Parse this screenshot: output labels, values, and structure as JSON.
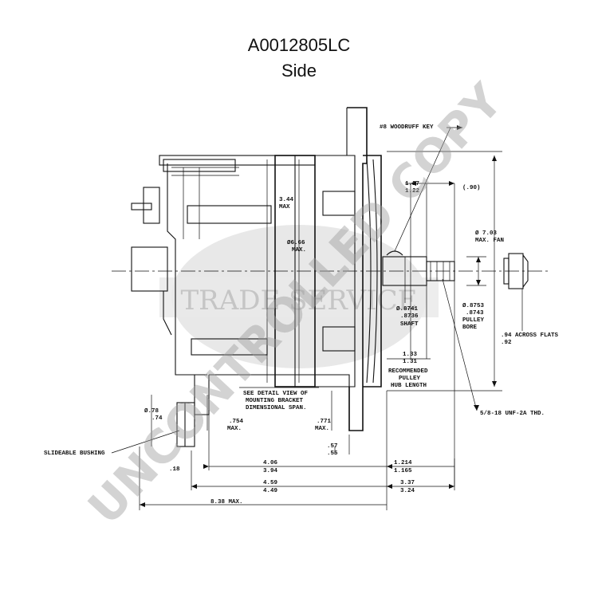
{
  "title": "A0012805LC",
  "subtitle": "Side",
  "labels": {
    "woodruff": "#8 WOODRUFF KEY",
    "d_1_27": "1.27",
    "d_1_22": "1.22",
    "d_090": "(.90)",
    "d_344": "3.44",
    "max": "MAX",
    "d_666": "Ø6.66",
    "max_dot": "MAX.",
    "d_703": "Ø 7.03",
    "max_fan": "MAX. FAN",
    "d_8741": "Ø.8741",
    "d_8736": ".8736",
    "shaft": "SHAFT",
    "d_8753": "Ø.8753",
    "d_8743": ".8743",
    "pulley": "PULLEY",
    "bore": "BORE",
    "d_094": ".94 ACROSS FLATS",
    "d_092": ".92",
    "d_133": "1.33",
    "d_131": "1.31",
    "recommended": "RECOMMENDED",
    "pulley2": "PULLEY",
    "hub_length": "HUB LENGTH",
    "thread": "5/8-18 UNF-2A THD.",
    "see_detail_1": "SEE DETAIL VIEW OF",
    "see_detail_2": "MOUNTING BRACKET",
    "see_detail_3": "DIMENSIONAL SPAN.",
    "d_078": "Ø.78",
    "d_074": ".74",
    "d_754": ".754",
    "max_754": "MAX.",
    "d_771": ".771",
    "max_771": "MAX.",
    "slideable": "SLIDEABLE BUSHING",
    "d_057": ".57",
    "d_055": ".55",
    "d_406": "4.06",
    "d_394": "3.94",
    "d_1214": "1.214",
    "d_1165": "1.165",
    "d_459": "4.59",
    "d_449": "4.49",
    "d_337": "3.37",
    "d_324": "3.24",
    "d_838": "8.38 MAX.",
    "d_18": ".18"
  },
  "watermark": {
    "text": "UNCONTROLLED COPY",
    "logo_text": "TRADE SERVICE"
  }
}
